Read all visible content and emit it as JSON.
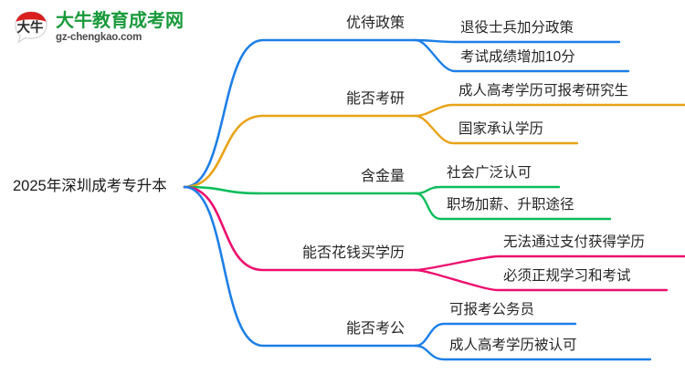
{
  "logo": {
    "mark_text": "大牛",
    "title": "大牛教育成考网",
    "subtitle": "gz-chengkao.com",
    "title_color": "#1a9a3c",
    "mark_top_color": "#d91f1f"
  },
  "mindmap": {
    "root": "2025年深圳成考专升本",
    "branches": [
      {
        "label": "优待政策",
        "color": "#1d7fe8",
        "leaves": [
          "退役士兵加分政策",
          "考试成绩增加10分"
        ]
      },
      {
        "label": "能否考研",
        "color": "#e8a317",
        "leaves": [
          "成人高考学历可报考研究生",
          "国家承认学历"
        ]
      },
      {
        "label": "含金量",
        "color": "#0bbd5b",
        "leaves": [
          "社会广泛认可",
          "职场加薪、升职途径"
        ]
      },
      {
        "label": "能否花钱买学历",
        "color": "#ec0f6e",
        "leaves": [
          "无法通过支付获得学历",
          "必须正规学习和考试"
        ]
      },
      {
        "label": "能否考公",
        "color": "#1d7fe8",
        "leaves": [
          "可报考公务员",
          "成人高考学历被认可"
        ]
      }
    ]
  }
}
